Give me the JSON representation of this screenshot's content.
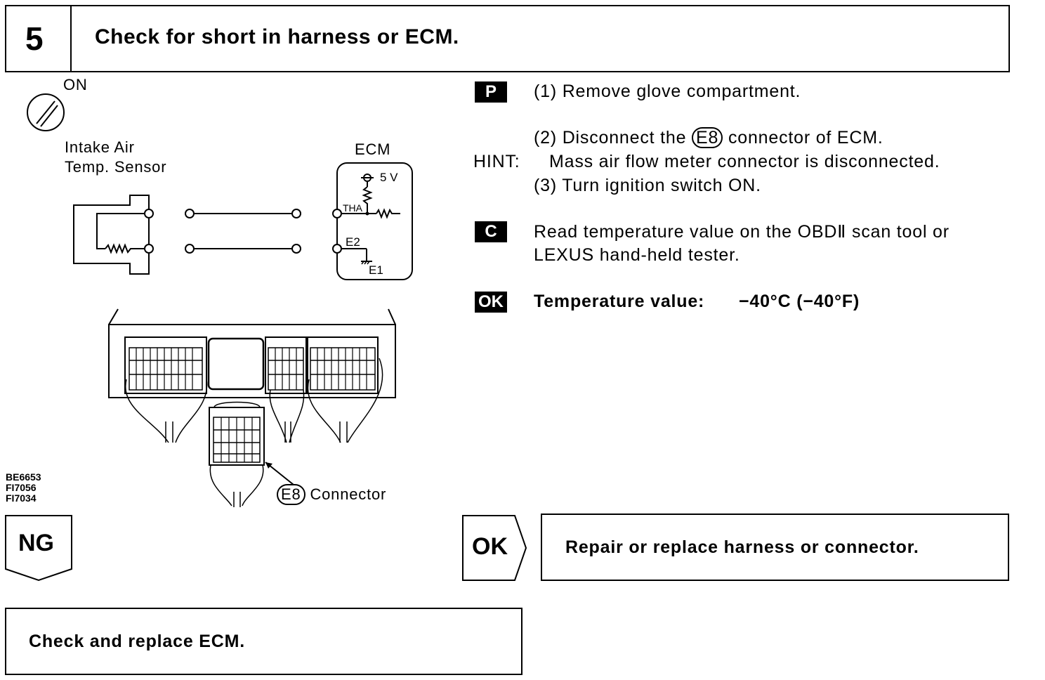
{
  "step": {
    "number": "5",
    "title": "Check for short in harness or ECM."
  },
  "diagram": {
    "ignition_label": "ON",
    "sensor_label_line1": "Intake Air",
    "sensor_label_line2": "Temp. Sensor",
    "ecm_label": "ECM",
    "voltage_label": "5 V",
    "tha_label": "THA",
    "e2_label": "E2",
    "e1_label": "E1",
    "connector_code": "E8",
    "connector_label": "Connector",
    "figure_codes": [
      "BE6653",
      "FI7056",
      "FI7034"
    ]
  },
  "instructions": {
    "p_badge": "P",
    "step1": "(1) Remove glove compartment.",
    "step2_prefix": "(2) Disconnect the",
    "step2_code": "E8",
    "step2_suffix": "connector of ECM.",
    "hint_label": "HINT:",
    "hint_text": "Mass air flow meter connector is disconnected.",
    "step3": "(3) Turn ignition switch ON.",
    "c_badge": "C",
    "check_line1": "Read temperature value on the OBDⅡ scan tool or",
    "check_line2": "LEXUS hand-held tester.",
    "ok_badge": "OK",
    "spec_label": "Temperature value:",
    "spec_value": "−40°C (−40°F)"
  },
  "ng_branch": {
    "label": "NG",
    "action": "Check and replace ECM."
  },
  "ok_branch": {
    "label": "OK",
    "action": "Repair or replace harness or connector."
  }
}
